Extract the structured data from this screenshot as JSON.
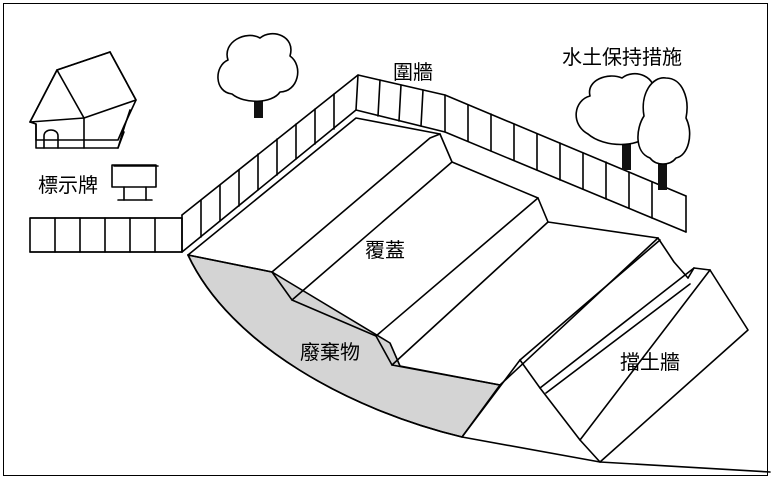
{
  "labels": {
    "wall": "圍牆",
    "soil": "水土保持措施",
    "sign": "標示牌",
    "cover": "覆蓋",
    "waste": "廢棄物",
    "retaining": "擋土牆"
  },
  "colors": {
    "waste_fill": "#d4d4d4",
    "trunk": "#111111",
    "line": "#000000"
  },
  "icons": [
    "house-icon",
    "sign-board-icon",
    "tree-icon"
  ]
}
